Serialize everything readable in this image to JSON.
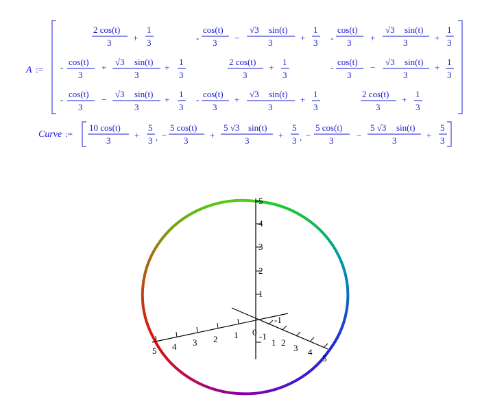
{
  "matrix": {
    "name": "A",
    "assign": ":=",
    "rows": [
      [
        "2 cos(t) / 3 + 1/3",
        "- cos(t) / 3 - √3 sin(t) / 3 + 1/3",
        "- cos(t) / 3 + √3 sin(t) / 3 + 1/3"
      ],
      [
        "- cos(t) / 3 + √3 sin(t) / 3 + 1/3",
        "2 cos(t) / 3 + 1/3",
        "- cos(t) / 3 - √3 sin(t) / 3 + 1/3"
      ],
      [
        "- cos(t) / 3 - √3 sin(t) / 3 + 1/3",
        "- cos(t) / 3 + √3 sin(t) / 3 + 1/3",
        "2 cos(t) / 3 + 1/3"
      ]
    ],
    "tokens": {
      "two_cos_t": "2 cos(t)",
      "cos_t": "cos(t)",
      "sqrt3": "√3",
      "sin_t": "sin(t)",
      "three": "3",
      "one": "1",
      "plus": "+",
      "minus": "−",
      "lead_minus": "-"
    }
  },
  "curve": {
    "name": "Curve",
    "assign": ":=",
    "components": [
      "10 cos(t)/3 + 5/3",
      "- 5 cos(t)/3 + 5 √3 sin(t)/3 + 5/3",
      "- 5 cos(t)/3 - 5 √3 sin(t)/3 + 5/3"
    ],
    "tokens": {
      "ten_cos_t": "10 cos(t)",
      "five_cos_t": "5 cos(t)",
      "five_sqrt3": "5 √3",
      "sin_t": "sin(t)",
      "three": "3",
      "five": "5",
      "plus": "+",
      "minus": "−",
      "comma": ","
    }
  },
  "plot": {
    "type": "3d-space-curve",
    "z_axis_ticks": [
      "1",
      "2",
      "3",
      "4",
      "5"
    ],
    "x_axis_ticks": [
      "1",
      "2",
      "3",
      "4",
      "5"
    ],
    "y_axis_ticks": [
      "1",
      "2",
      "3",
      "4",
      "5"
    ],
    "neg_labels": [
      "-1",
      "-1",
      "0"
    ],
    "gradient_colors": [
      "#22cc22",
      "#0088aa",
      "#2222dd",
      "#8800aa",
      "#dd1111",
      "#997711"
    ]
  }
}
